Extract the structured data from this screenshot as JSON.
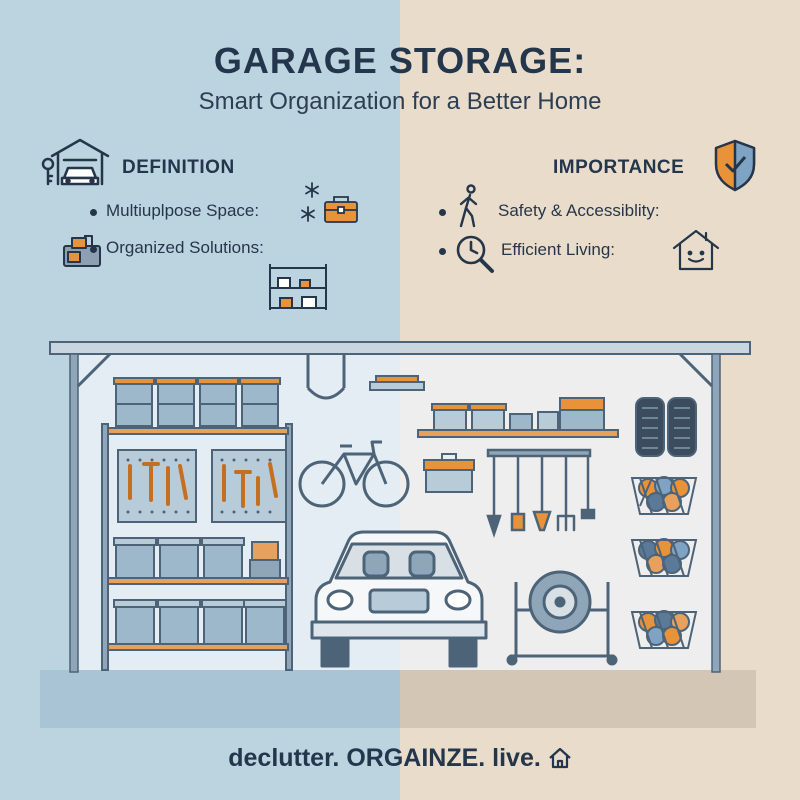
{
  "header": {
    "title": "GARAGE STORAGE:",
    "subtitle": "Smart Organization for a Better Home"
  },
  "definition": {
    "heading": "DEFINITION",
    "items": [
      {
        "label": "Multiuplpose Space:",
        "icon": "snowflake-toolbox-icon"
      },
      {
        "label": "Organized Solutions:",
        "icon": "shelf-icon"
      }
    ],
    "icon": "garage-car-key-icon"
  },
  "importance": {
    "heading": "IMPORTANCE",
    "items": [
      {
        "label": "Safety & Accessiblity:",
        "icon": "walking-person-icon"
      },
      {
        "label": "Efficient Living:",
        "icon": "smiling-house-icon"
      }
    ],
    "icon": "shield-check-icon"
  },
  "illustration": {
    "name": "garage-interior",
    "items": [
      "storage-bins",
      "pegboards",
      "bicycle",
      "car",
      "tools-rack",
      "spare-tire",
      "tires",
      "ball-baskets"
    ]
  },
  "footer": {
    "tagline": "declutter. ORGAINZE. live."
  },
  "colors": {
    "left_bg": "#bcd3e0",
    "right_bg": "#e9dccb",
    "accent": "#e8923a",
    "ink": "#24364c"
  }
}
